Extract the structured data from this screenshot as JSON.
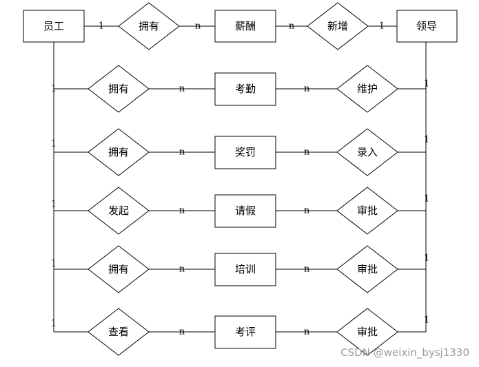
{
  "entities": {
    "employee": "员工",
    "salary": "薪酬",
    "leader": "领导",
    "attendance": "考勤",
    "reward": "奖罚",
    "leave": "请假",
    "training": "培训",
    "evaluation": "考评"
  },
  "relationships": {
    "top_left": "拥有",
    "top_right": "新增",
    "attendance_left": "拥有",
    "attendance_right": "维护",
    "reward_left": "拥有",
    "reward_right": "录入",
    "leave_left": "发起",
    "leave_right": "审批",
    "training_left": "拥有",
    "training_right": "审批",
    "evaluation_left": "查看",
    "evaluation_right": "审批"
  },
  "cardinality": {
    "one": "1",
    "many": "n"
  },
  "watermark": "CSDN @weixin_bysj1330"
}
